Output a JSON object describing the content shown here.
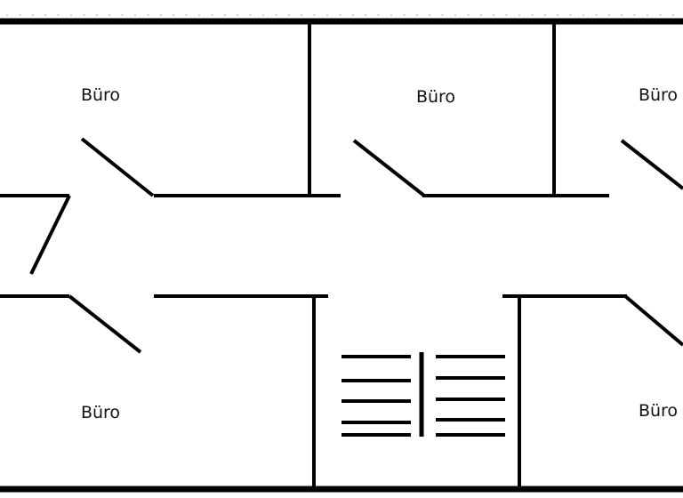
{
  "rooms": [
    {
      "label": "Büro"
    },
    {
      "label": "Büro"
    },
    {
      "label": "Büro"
    },
    {
      "label": "Büro"
    },
    {
      "label": "Büro"
    }
  ],
  "colors": {
    "wall": "#000000",
    "grid_dots": "#c8cfe0",
    "background": "#ffffff"
  }
}
